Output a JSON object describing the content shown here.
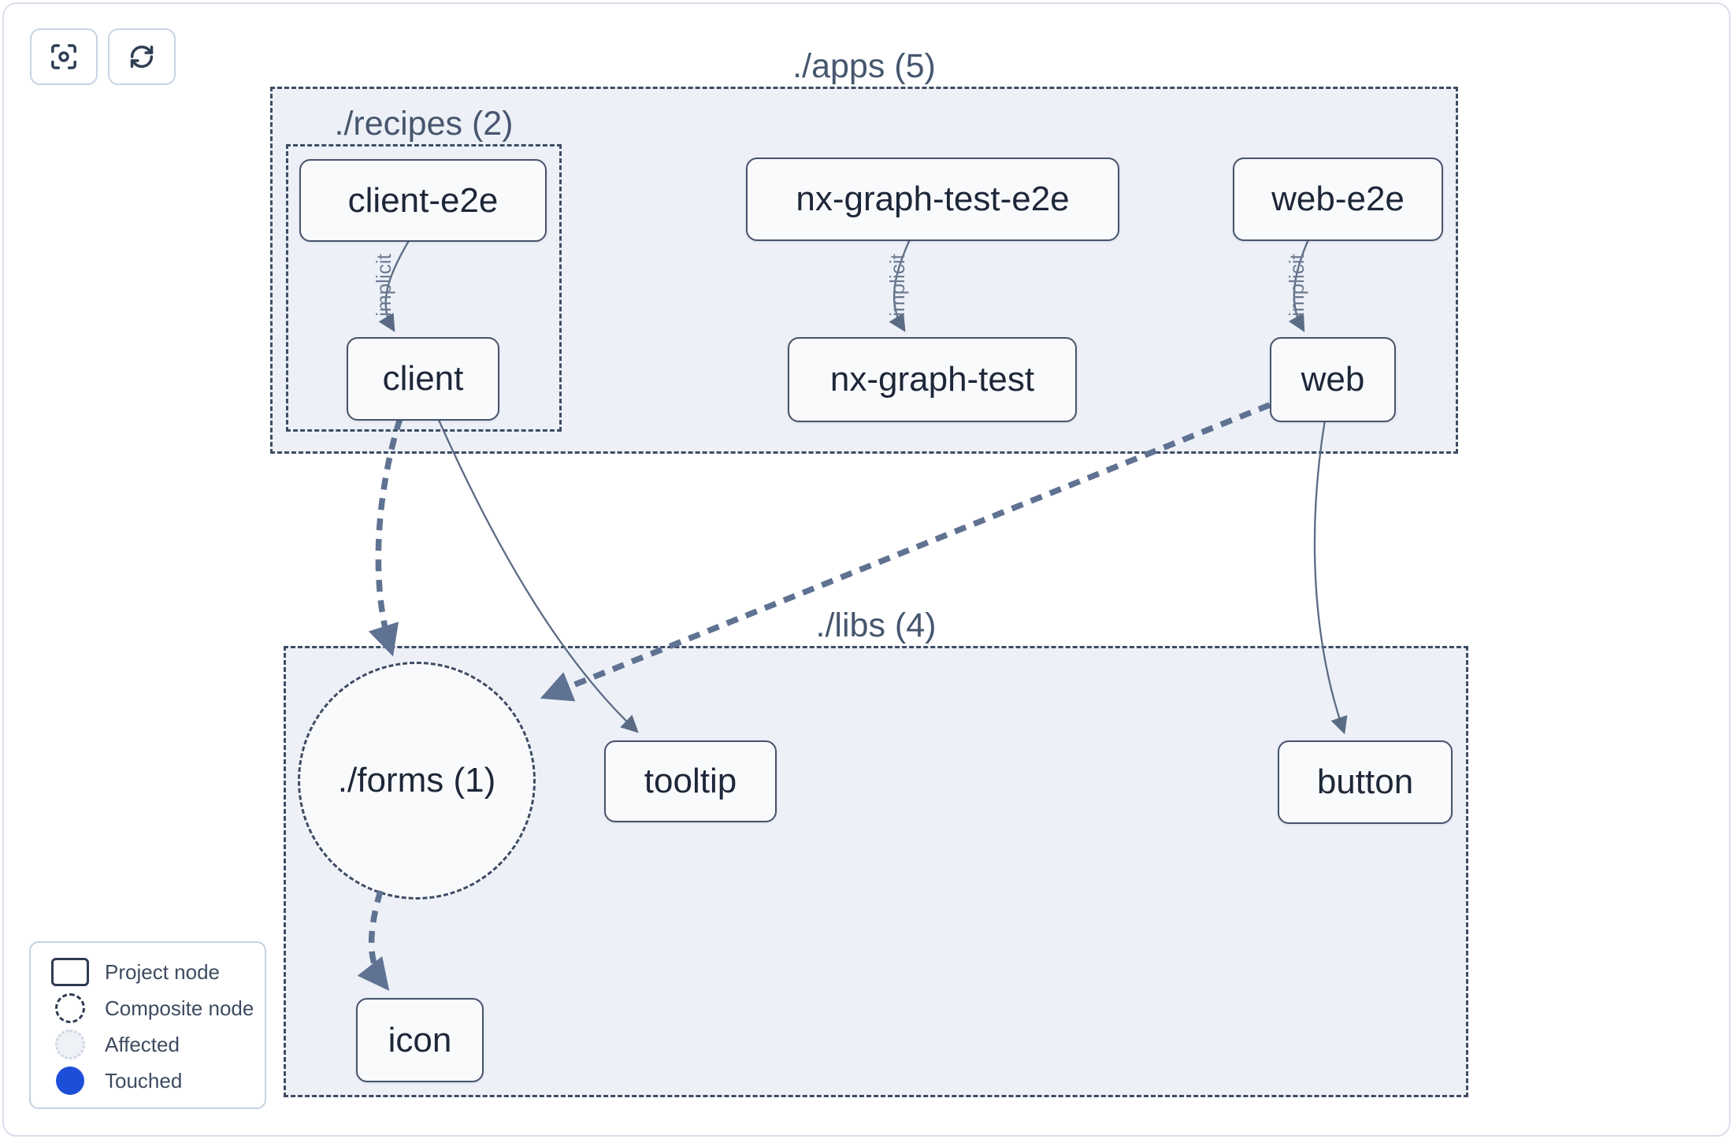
{
  "toolbar": {
    "buttons": [
      {
        "name": "focus",
        "icon": "focus-frame-icon"
      },
      {
        "name": "refresh",
        "icon": "refresh-icon"
      }
    ]
  },
  "groups": {
    "apps": {
      "label": "./apps (5)"
    },
    "recipes": {
      "label": "./recipes (2)"
    },
    "libs": {
      "label": "./libs (4)"
    },
    "forms": {
      "label": "./forms (1)"
    }
  },
  "nodes": {
    "client_e2e": {
      "label": "client-e2e"
    },
    "client": {
      "label": "client"
    },
    "nx_graph_test_e2e": {
      "label": "nx-graph-test-e2e"
    },
    "nx_graph_test": {
      "label": "nx-graph-test"
    },
    "web_e2e": {
      "label": "web-e2e"
    },
    "web": {
      "label": "web"
    },
    "tooltip": {
      "label": "tooltip"
    },
    "button": {
      "label": "button"
    },
    "icon": {
      "label": "icon"
    }
  },
  "edges": [
    {
      "from": "client-e2e",
      "to": "client",
      "label": "implicit",
      "style": "thin-solid"
    },
    {
      "from": "nx-graph-test-e2e",
      "to": "nx-graph-test",
      "label": "implicit",
      "style": "thin-solid"
    },
    {
      "from": "web-e2e",
      "to": "web",
      "label": "implicit",
      "style": "thin-solid"
    },
    {
      "from": "client",
      "to": "./forms (1)",
      "label": "",
      "style": "thick-dashed"
    },
    {
      "from": "web",
      "to": "./forms (1)",
      "label": "",
      "style": "thick-dashed"
    },
    {
      "from": "./forms (1)",
      "to": "icon",
      "label": "",
      "style": "thick-dashed"
    },
    {
      "from": "client",
      "to": "tooltip",
      "label": "",
      "style": "thin-solid"
    },
    {
      "from": "web",
      "to": "button",
      "label": "",
      "style": "thin-solid"
    }
  ],
  "legend": {
    "items": [
      {
        "label": "Project node",
        "icon": "project-node-swatch"
      },
      {
        "label": "Composite node",
        "icon": "composite-node-swatch"
      },
      {
        "label": "Affected",
        "icon": "affected-swatch"
      },
      {
        "label": "Touched",
        "icon": "touched-swatch",
        "color": "#1d4ed8"
      }
    ]
  },
  "colors": {
    "touched_blue": "#1d4ed8",
    "container_fill": "#edf1f7",
    "node_fill": "#f9fafc",
    "dashed_border": "#3e4c64",
    "edge_thin": "#5c6b84",
    "edge_thick": "#5f7292"
  }
}
